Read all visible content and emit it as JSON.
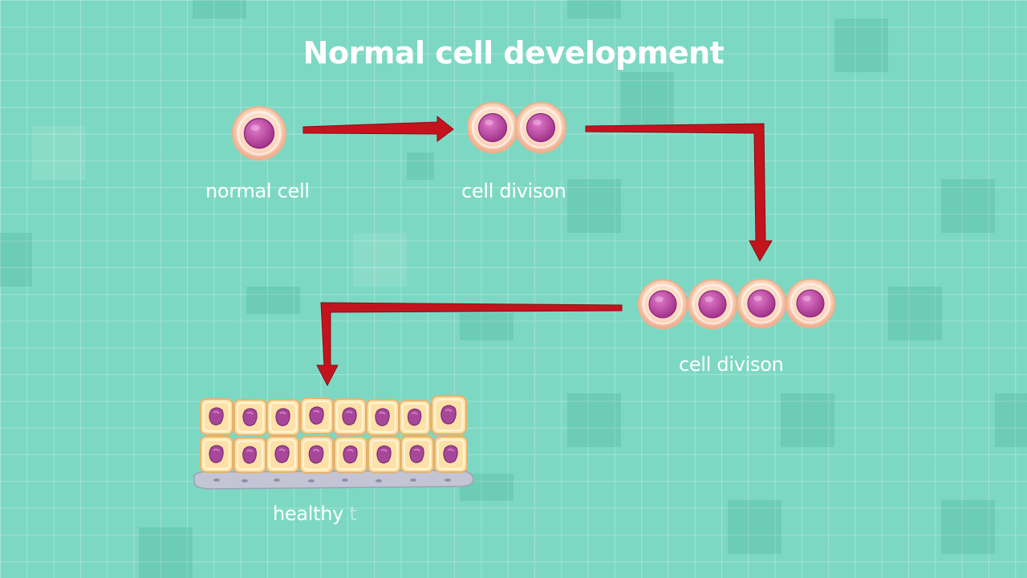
{
  "title": "Normal cell development",
  "labels": {
    "normal_cell": "normal cell",
    "cell_division_1": "cell divison",
    "cell_division_2": "cell divison",
    "healthy_tissue_visible": "healthy ",
    "healthy_tissue_faded": "t"
  },
  "colors": {
    "background": "#7dd8c3",
    "arrow": "#c3141e",
    "cell_body": "#fbd7bd",
    "nucleus": "#c14fa6",
    "tissue_cell": "#fde1a8",
    "tissue_nucleus": "#a8479a",
    "basement_membrane": "#bfc0cf"
  },
  "stages": {
    "stage1_cell_count": 1,
    "stage2_cell_count": 2,
    "stage3_cell_count": 4,
    "tissue_rows": 2,
    "tissue_columns": 8
  }
}
